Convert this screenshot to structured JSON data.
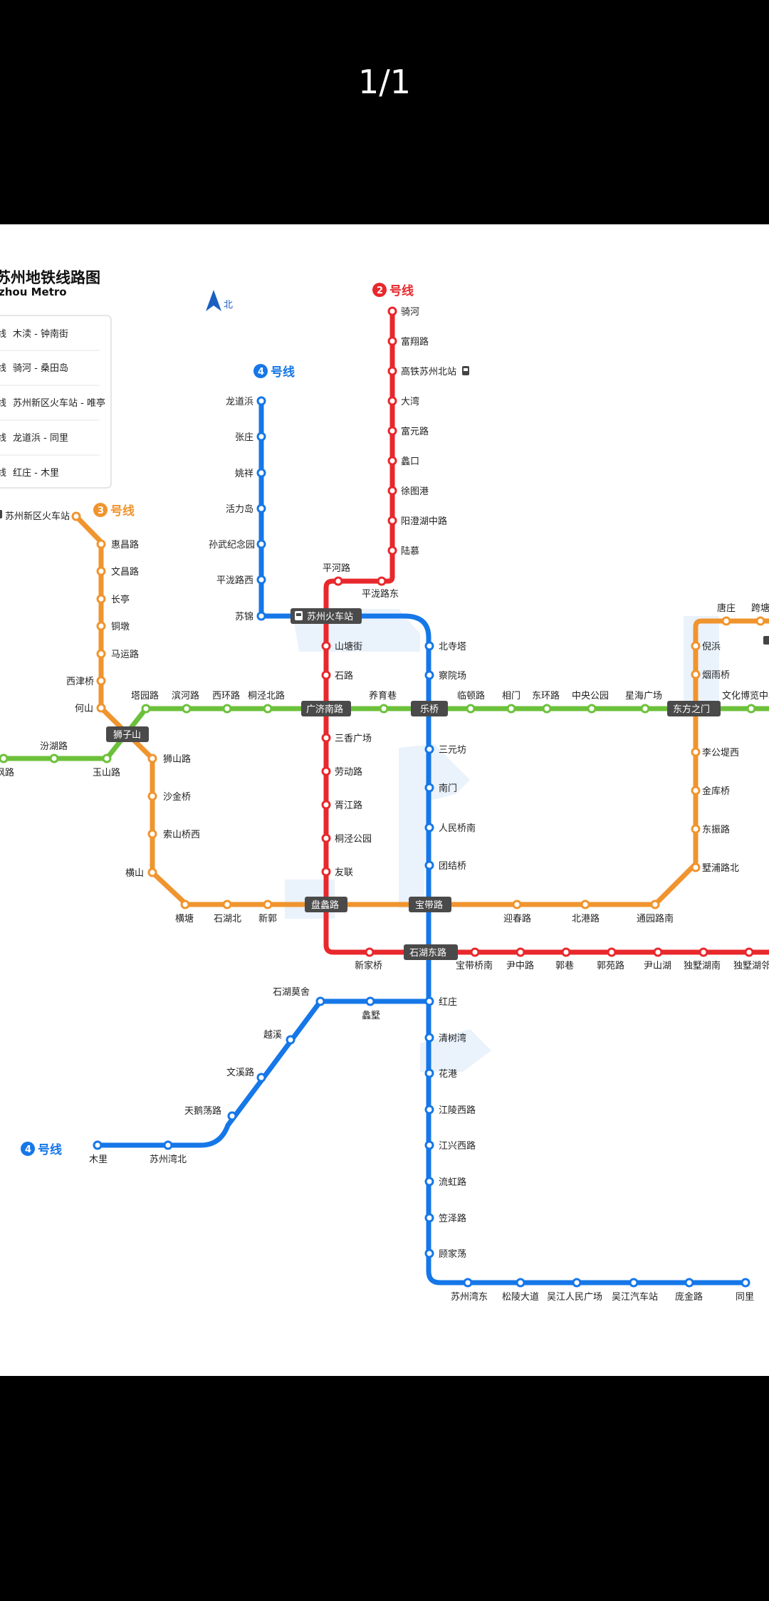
{
  "viewer": {
    "counter": "1/1"
  },
  "map": {
    "title": "苏州地铁线路图",
    "subtitle": "zhou Metro",
    "north": "北",
    "colors": {
      "line1": "#6cc13b",
      "line2": "#e8282c",
      "line3": "#f0942e",
      "line4": "#1577e8",
      "transfer": "#4a4a4a"
    },
    "legend": [
      {
        "prefix": "线",
        "text": "木渎 - 钟南街"
      },
      {
        "prefix": "线",
        "text": "骑河 - 桑田岛"
      },
      {
        "prefix": "线",
        "text": "苏州新区火车站 - 唯亭"
      },
      {
        "prefix": "线",
        "text": "龙道浜 - 同里"
      },
      {
        "prefix": "线",
        "text": "红庄 - 木里"
      }
    ],
    "line_titles": {
      "line2": {
        "num": "2",
        "text": "号线"
      },
      "line4_top": {
        "num": "4",
        "text": "号线"
      },
      "line3": {
        "num": "3",
        "text": "号线"
      },
      "line4_bottom": {
        "num": "4",
        "text": "号线"
      }
    },
    "transfers": [
      "苏州火车站",
      "广济南路",
      "乐桥",
      "东方之门",
      "狮子山",
      "盘蠡路",
      "宝带路",
      "石湖东路"
    ],
    "line2_stations": [
      "骑河",
      "富翔路",
      "高铁苏州北站",
      "大湾",
      "富元路",
      "蠡口",
      "徐图港",
      "阳澄湖中路",
      "陆慕",
      "平泷路东",
      "平河路",
      "山塘街",
      "石路",
      "三香广场",
      "劳动路",
      "胥江路",
      "桐泾公园",
      "友联",
      "新家桥",
      "宝带桥南",
      "尹中路",
      "郭巷",
      "郭苑路",
      "尹山湖",
      "独墅湖南",
      "独墅湖邻里中心"
    ],
    "line4_stations": [
      "龙道浜",
      "张庄",
      "姚祥",
      "活力岛",
      "孙武纪念园",
      "平泷路西",
      "苏锦",
      "北寺塔",
      "察院场",
      "三元坊",
      "南门",
      "人民桥南",
      "团结桥",
      "红庄",
      "清树湾",
      "花港",
      "江陵西路",
      "江兴西路",
      "流虹路",
      "笠泽路",
      "顾家荡",
      "苏州湾东",
      "松陵大道",
      "吴江人民广场",
      "吴江汽车站",
      "庞金路",
      "同里"
    ],
    "line4_branch_stations": [
      "石湖莫舍",
      "蠡墅",
      "越溪",
      "文溪路",
      "天鹅荡路",
      "苏州湾北",
      "木里"
    ],
    "line1_stations": [
      "枫路",
      "汾湖路",
      "玉山路",
      "塔园路",
      "滨河路",
      "西环路",
      "桐泾北路",
      "养育巷",
      "临顿路",
      "相门",
      "东环路",
      "中央公园",
      "星海广场",
      "文化博览中心"
    ],
    "line3_stations": [
      "苏州新区火车站",
      "惠昌路",
      "文昌路",
      "长亭",
      "铜墩",
      "马运路",
      "西津桥",
      "何山",
      "狮山路",
      "沙金桥",
      "索山桥西",
      "横山",
      "横塘",
      "石湖北",
      "新郭",
      "迎春路",
      "北港路",
      "通园路南",
      "墅浦路北",
      "东振路",
      "金库桥",
      "李公堤西",
      "烟雨桥",
      "倪浜",
      "唐庄",
      "跨塘"
    ]
  }
}
